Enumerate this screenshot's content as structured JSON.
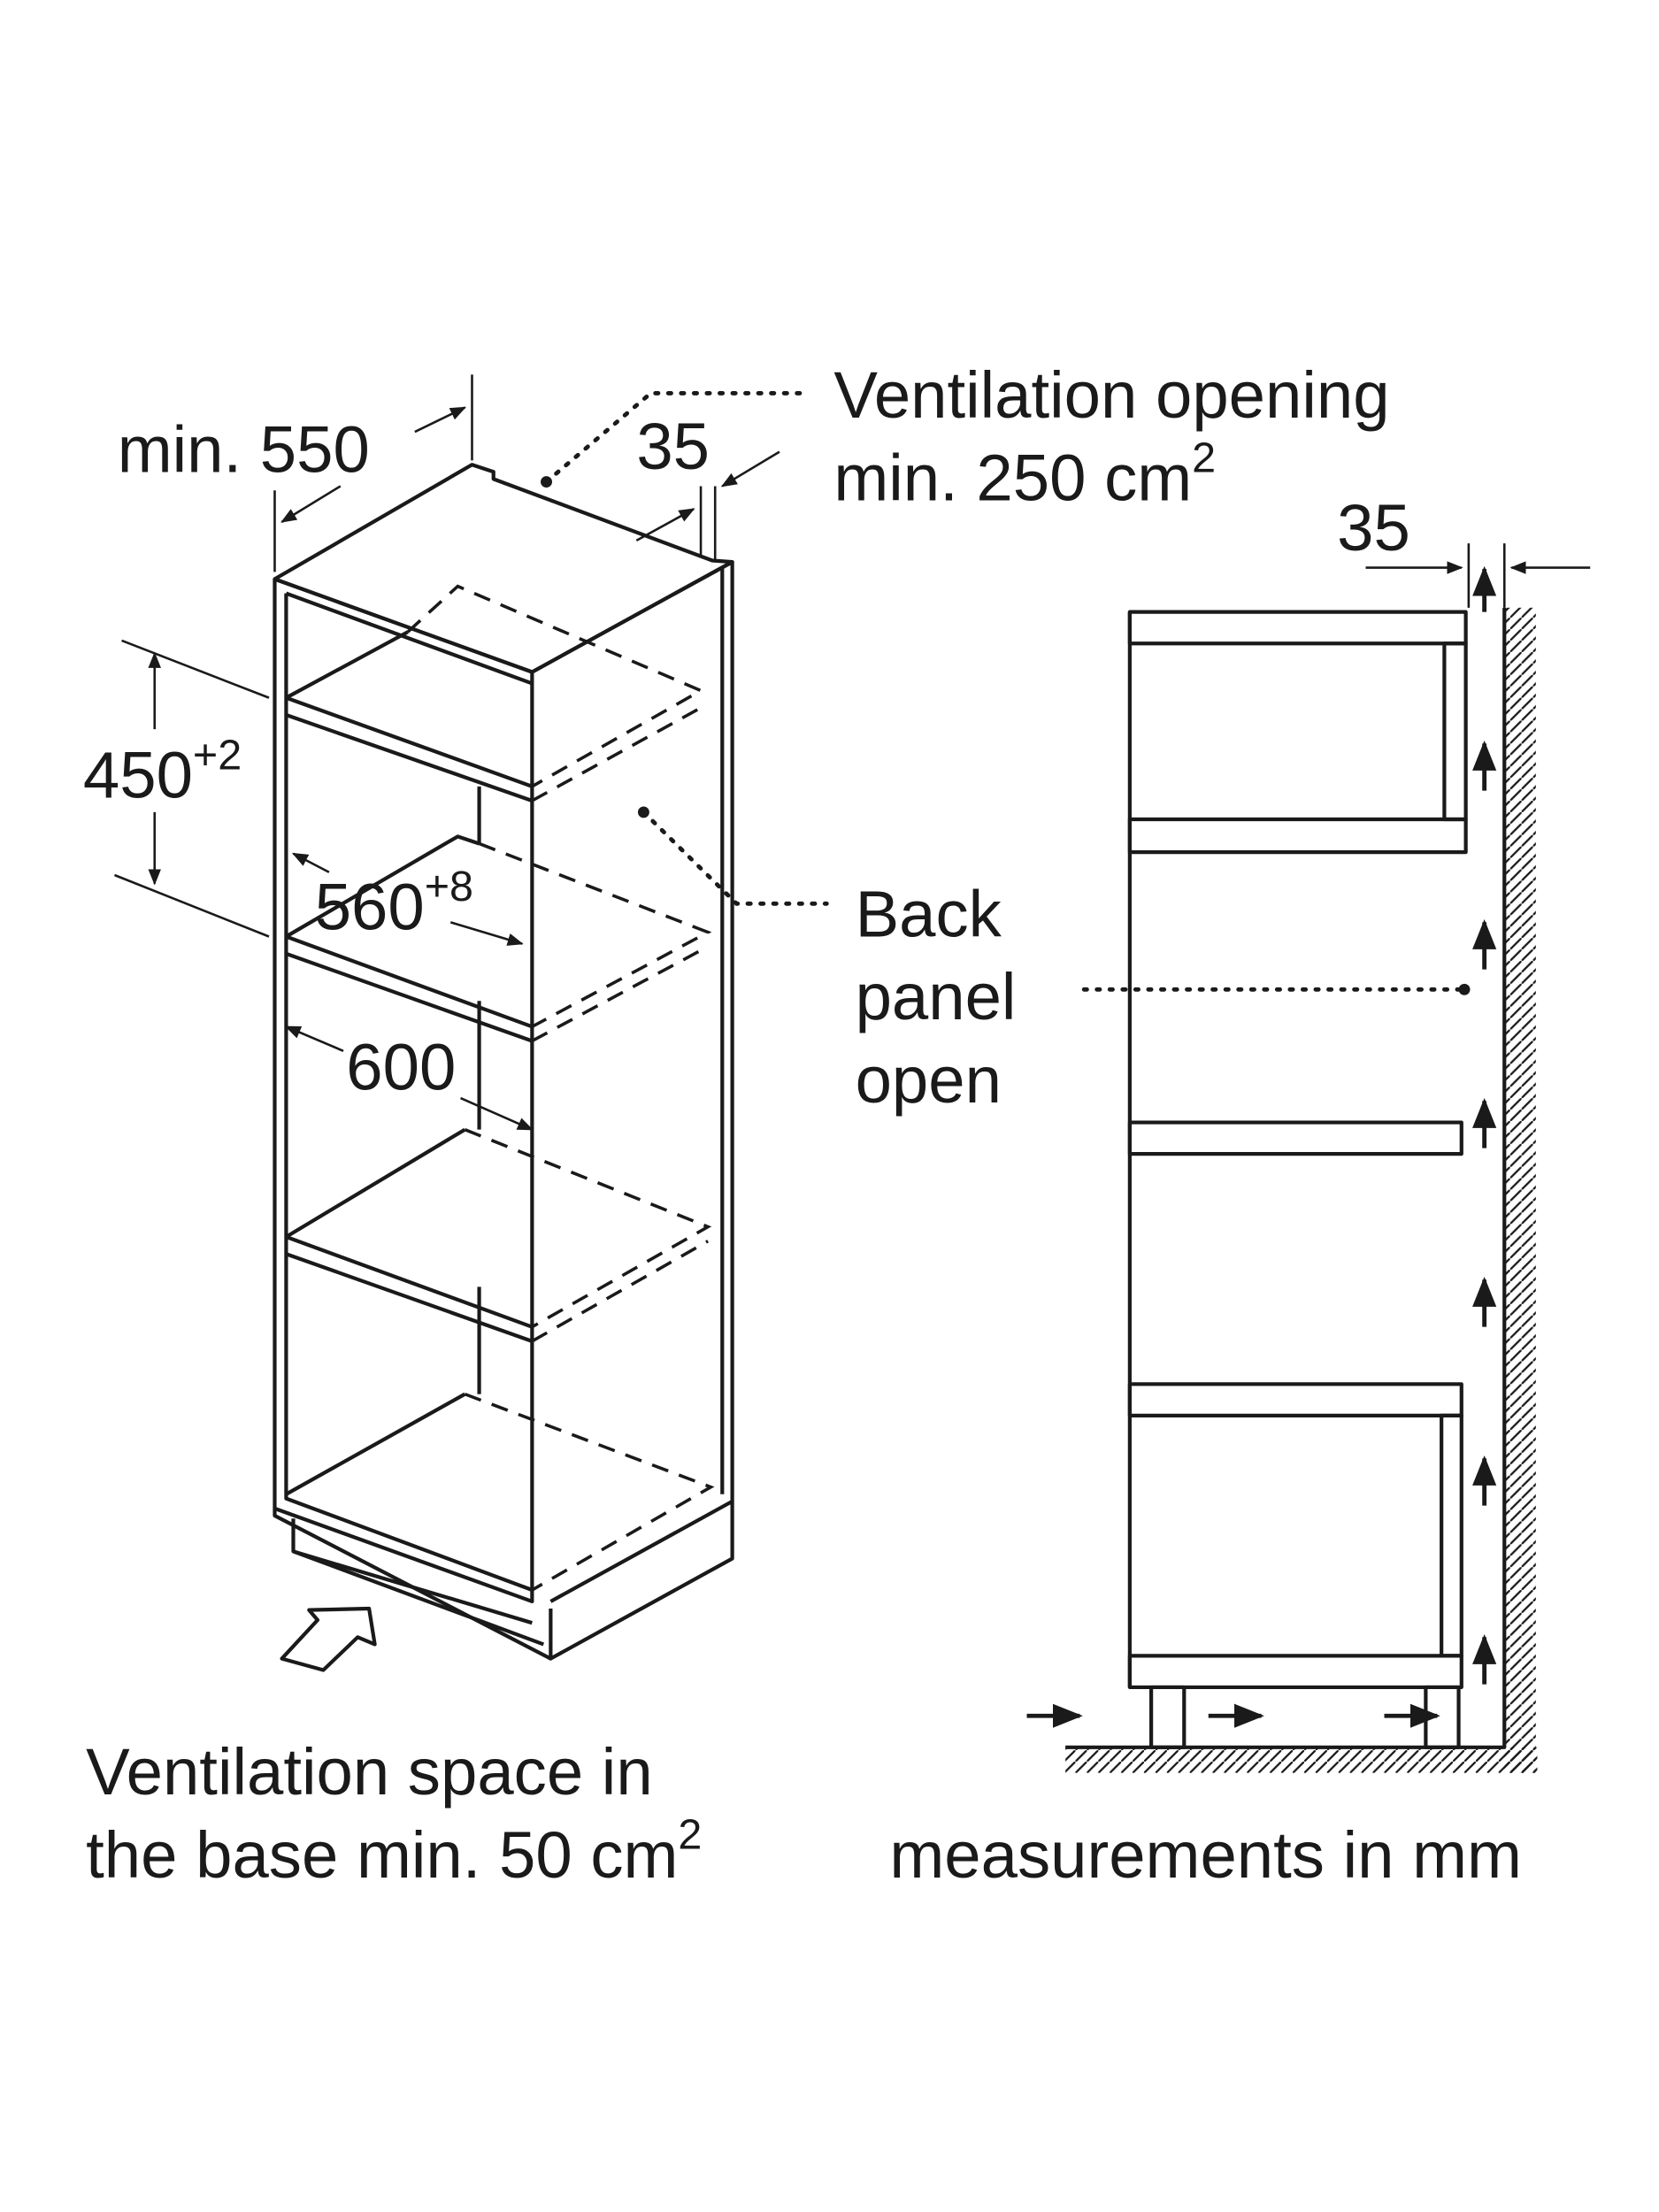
{
  "labels": {
    "min_depth": "min. 550",
    "gap_top": "35",
    "ventilation_opening_line1": "Ventilation opening",
    "ventilation_opening_line2": "min. 250 cm",
    "ventilation_opening_sup": "2",
    "niche_height": "450",
    "niche_height_tol": "+2",
    "niche_width": "560",
    "niche_width_tol": "+8",
    "cabinet_width": "600",
    "back_panel_line1": "Back",
    "back_panel_line2": "panel",
    "back_panel_line3": "open",
    "gap_side": "35",
    "base_vent_line1": "Ventilation space in",
    "base_vent_line2": "the base min. 50 cm",
    "base_vent_sup": "2",
    "units_note": "measurements in mm"
  },
  "colors": {
    "ink": "#1a1a1a",
    "background": "#ffffff"
  }
}
